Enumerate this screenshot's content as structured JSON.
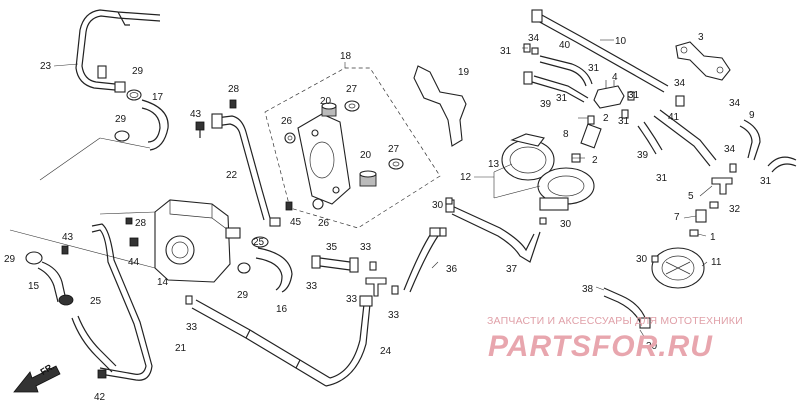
{
  "callouts": [
    {
      "id": "c1",
      "label": "1"
    },
    {
      "id": "c2a",
      "label": "2"
    },
    {
      "id": "c2b",
      "label": "2"
    },
    {
      "id": "c3",
      "label": "3"
    },
    {
      "id": "c4",
      "label": "4"
    },
    {
      "id": "c5",
      "label": "5"
    },
    {
      "id": "c7",
      "label": "7"
    },
    {
      "id": "c8",
      "label": "8"
    },
    {
      "id": "c9",
      "label": "9"
    },
    {
      "id": "c10",
      "label": "10"
    },
    {
      "id": "c11",
      "label": "11"
    },
    {
      "id": "c12",
      "label": "12"
    },
    {
      "id": "c13",
      "label": "13"
    },
    {
      "id": "c14",
      "label": "14"
    },
    {
      "id": "c15",
      "label": "15"
    },
    {
      "id": "c16",
      "label": "16"
    },
    {
      "id": "c17",
      "label": "17"
    },
    {
      "id": "c18",
      "label": "18"
    },
    {
      "id": "c19",
      "label": "19"
    },
    {
      "id": "c20a",
      "label": "20"
    },
    {
      "id": "c20b",
      "label": "20"
    },
    {
      "id": "c21",
      "label": "21"
    },
    {
      "id": "c22",
      "label": "22"
    },
    {
      "id": "c23",
      "label": "23"
    },
    {
      "id": "c24",
      "label": "24"
    },
    {
      "id": "c25a",
      "label": "25"
    },
    {
      "id": "c25b",
      "label": "25"
    },
    {
      "id": "c26a",
      "label": "26"
    },
    {
      "id": "c26b",
      "label": "26"
    },
    {
      "id": "c27a",
      "label": "27"
    },
    {
      "id": "c27b",
      "label": "27"
    },
    {
      "id": "c28a",
      "label": "28"
    },
    {
      "id": "c28b",
      "label": "28"
    },
    {
      "id": "c29a",
      "label": "29"
    },
    {
      "id": "c29b",
      "label": "29"
    },
    {
      "id": "c29c",
      "label": "29"
    },
    {
      "id": "c29d",
      "label": "29"
    },
    {
      "id": "c30a",
      "label": "30"
    },
    {
      "id": "c30b",
      "label": "30"
    },
    {
      "id": "c30c",
      "label": "30"
    },
    {
      "id": "c30d",
      "label": "30"
    },
    {
      "id": "c31a",
      "label": "31"
    },
    {
      "id": "c31b",
      "label": "31"
    },
    {
      "id": "c31c",
      "label": "31"
    },
    {
      "id": "c31d",
      "label": "31"
    },
    {
      "id": "c31e",
      "label": "31"
    },
    {
      "id": "c31f",
      "label": "31"
    },
    {
      "id": "c31g",
      "label": "31"
    },
    {
      "id": "c32",
      "label": "32"
    },
    {
      "id": "c33a",
      "label": "33"
    },
    {
      "id": "c33b",
      "label": "33"
    },
    {
      "id": "c33c",
      "label": "33"
    },
    {
      "id": "c33d",
      "label": "33"
    },
    {
      "id": "c33e",
      "label": "33"
    },
    {
      "id": "c34a",
      "label": "34"
    },
    {
      "id": "c34b",
      "label": "34"
    },
    {
      "id": "c34c",
      "label": "34"
    },
    {
      "id": "c34d",
      "label": "34"
    },
    {
      "id": "c35",
      "label": "35"
    },
    {
      "id": "c36",
      "label": "36"
    },
    {
      "id": "c37",
      "label": "37"
    },
    {
      "id": "c38",
      "label": "38"
    },
    {
      "id": "c39a",
      "label": "39"
    },
    {
      "id": "c39b",
      "label": "39"
    },
    {
      "id": "c40",
      "label": "40"
    },
    {
      "id": "c41",
      "label": "41"
    },
    {
      "id": "c42",
      "label": "42"
    },
    {
      "id": "c43a",
      "label": "43"
    },
    {
      "id": "c43b",
      "label": "43"
    },
    {
      "id": "c44",
      "label": "44"
    },
    {
      "id": "c45",
      "label": "45"
    }
  ],
  "direction_marker": "FR.",
  "watermark": {
    "line1": "ЗАПЧАСТИ И АКСЕССУАРЫ ДЛЯ МОТОТЕХНИКИ",
    "logo_text": "PARTSFOR.RU",
    "color": "#e8a6ae"
  }
}
